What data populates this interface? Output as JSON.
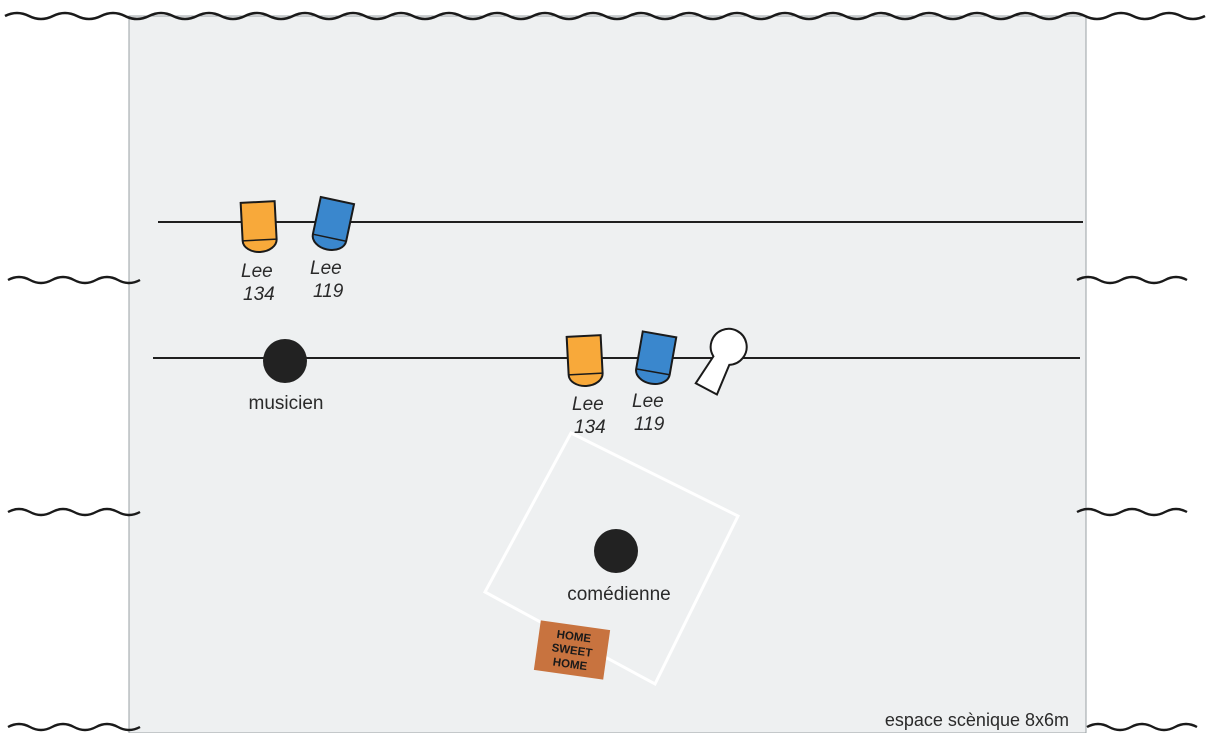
{
  "stage": {
    "dimensions_label": "espace scènique 8x6m",
    "floor_color": "#eef0f1",
    "bar_color": "#1f1f1f"
  },
  "spotlights": {
    "upper_bar": [
      {
        "gel": "Lee",
        "number": "134",
        "color": "#f8a93a"
      },
      {
        "gel": "Lee",
        "number": "119",
        "color": "#3a87cd"
      }
    ],
    "lower_bar": [
      {
        "gel": "Lee",
        "number": "134",
        "color": "#f8a93a"
      },
      {
        "gel": "Lee",
        "number": "119",
        "color": "#3a87cd"
      }
    ],
    "followspot_color": "#ffffff"
  },
  "performers": {
    "musician": "musicien",
    "actress": "comédienne",
    "color": "#222222"
  },
  "doormat": {
    "lines": [
      "HOME",
      "SWEET",
      "HOME"
    ],
    "color": "#c8733f"
  }
}
